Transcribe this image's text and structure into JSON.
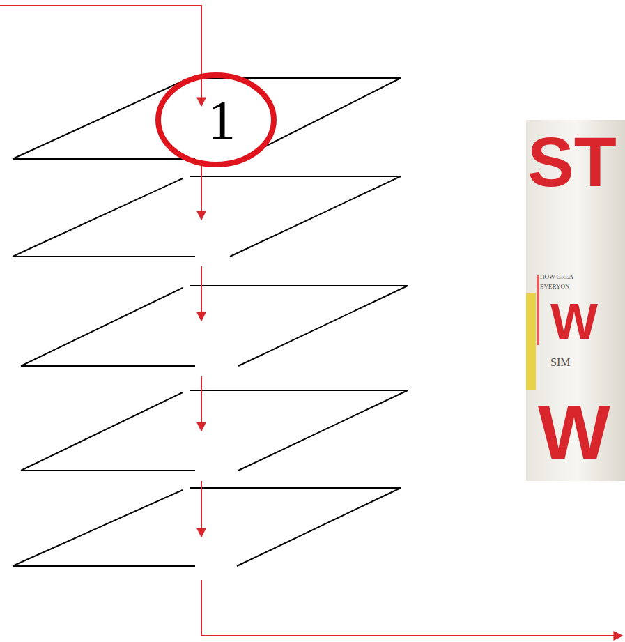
{
  "diagram": {
    "nodes": [
      {
        "text": [
          "1"
        ]
      }
    ],
    "labels": [
      "ST",
      "HOW GREA",
      "EVERYON",
      "W",
      "SIM",
      "W"
    ]
  }
}
